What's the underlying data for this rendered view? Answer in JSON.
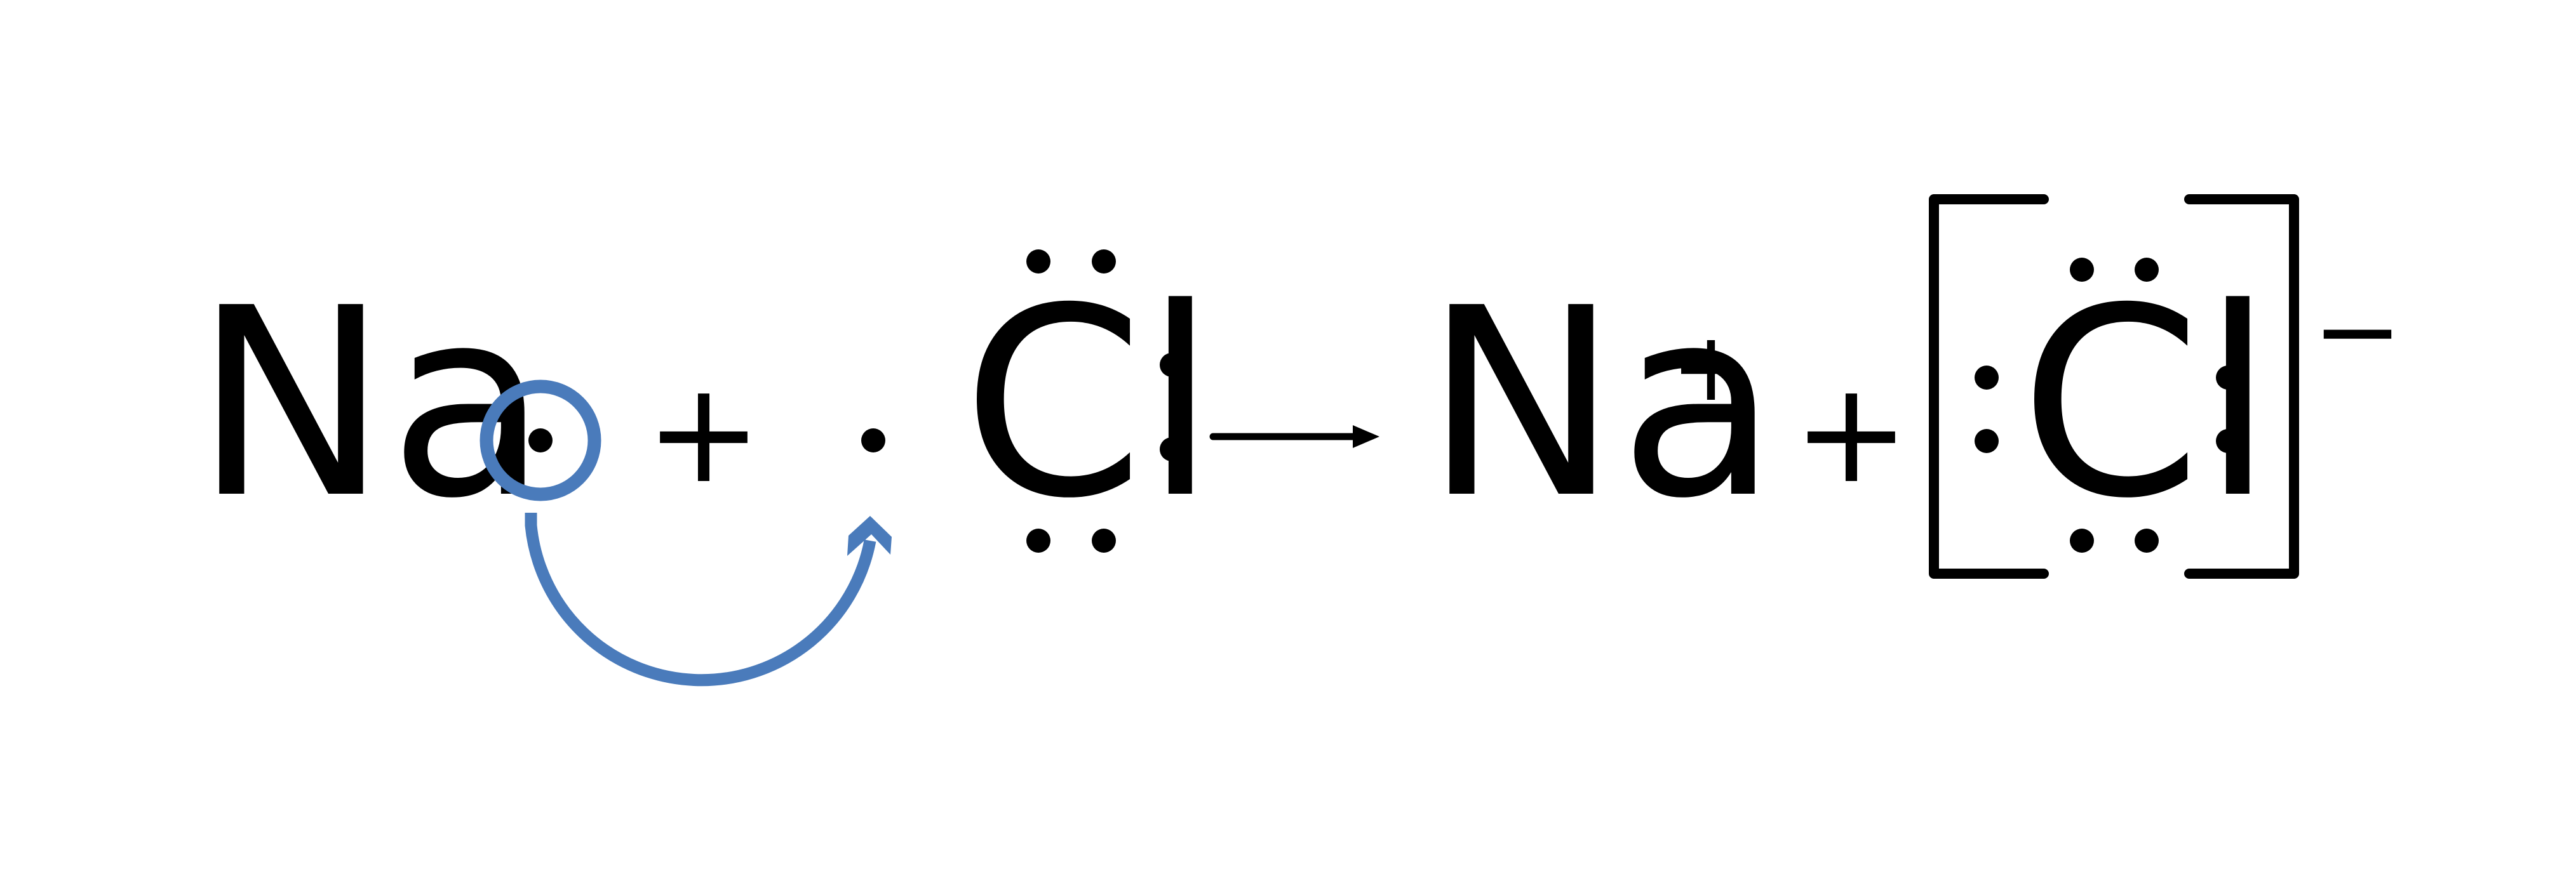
{
  "reaction": {
    "reactant_1": {
      "symbol": "Na",
      "valence_electrons": 1
    },
    "plus_1": "+",
    "reactant_2": {
      "symbol": "Cl",
      "valence_electrons": 7
    },
    "product_1": {
      "symbol": "Na",
      "charge": "+"
    },
    "plus_2": "+",
    "product_2": {
      "symbol": "Cl",
      "valence_electrons": 8,
      "charge": "−"
    }
  },
  "colors": {
    "ink": "#000000",
    "transfer": "#4a7bbb",
    "background": "#ffffff"
  }
}
